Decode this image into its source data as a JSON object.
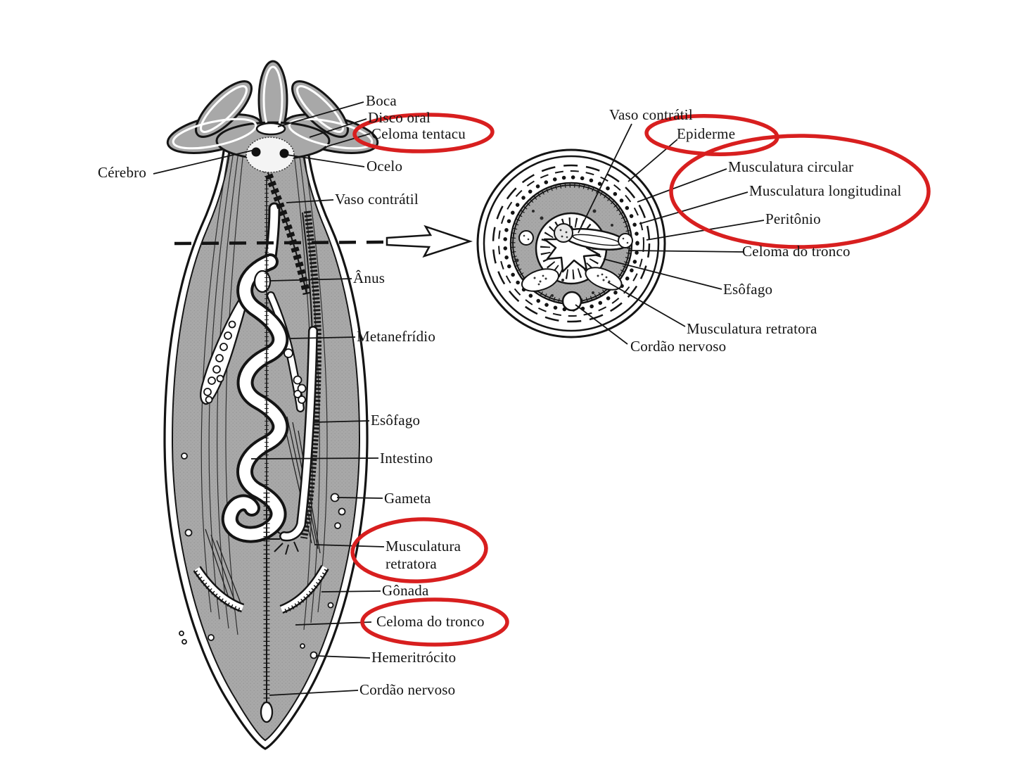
{
  "colors": {
    "background": "#ffffff",
    "ink": "#141414",
    "body_fill": "#a8a8a8",
    "highlight_red": "#d81f1f"
  },
  "left_diagram": {
    "labels": {
      "boca": "Boca",
      "disco_oral": "Disco oral",
      "celoma_tentacu": "Celoma tentacu",
      "ocelo": "Ocelo",
      "cerebro": "Cérebro",
      "vaso_contratil": "Vaso contrátil",
      "anus": "Ânus",
      "metanefridio": "Metanefrídio",
      "esofago": "Esôfago",
      "intestino": "Intestino",
      "gameta": "Gameta",
      "musculatura_retratora": "Musculatura retratora",
      "gonada": "Gônada",
      "celoma_do_tronco": "Celoma do tronco",
      "hemeritrocito": "Hemeritrócito",
      "cordao_nervoso": "Cordão nervoso"
    }
  },
  "right_diagram": {
    "labels": {
      "vaso_contratil": "Vaso contrátil",
      "epiderme": "Epiderme",
      "musculatura_circular": "Musculatura circular",
      "musculatura_longitudinal": "Musculatura longitudinal",
      "peritonio": "Peritônio",
      "celoma_do_tronco": "Celoma do tronco",
      "esofago": "Esôfago",
      "musculatura_retratora": "Musculatura retratora",
      "cordao_nervoso": "Cordão nervoso"
    }
  },
  "highlights": {
    "circled_terms": [
      "Celoma tentacu",
      "Epiderme",
      "Musculatura circular",
      "Musculatura longitudinal",
      "Peritônio",
      "Musculatura retratora",
      "Celoma do tronco"
    ]
  }
}
